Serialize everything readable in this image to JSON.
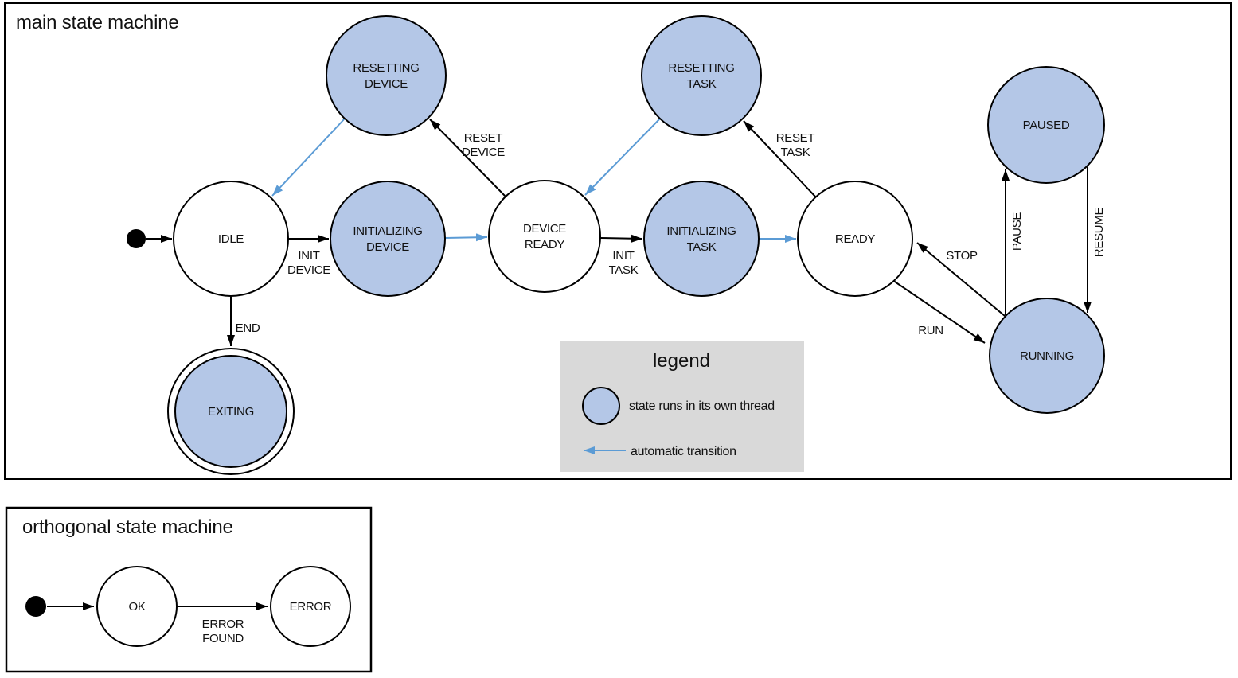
{
  "colors": {
    "state_thread_fill": "#b4c7e7",
    "auto_transition_blue": "#5b9bd5",
    "legend_bg": "#d9d9d9"
  },
  "main": {
    "title": "main state machine",
    "states": {
      "resetting_device": {
        "line1": "RESETTING",
        "line2": "DEVICE"
      },
      "resetting_task": {
        "line1": "RESETTING",
        "line2": "TASK"
      },
      "paused": {
        "label": "PAUSED"
      },
      "idle": {
        "label": "IDLE"
      },
      "initializing_device": {
        "line1": "INITIALIZING",
        "line2": "DEVICE"
      },
      "device_ready": {
        "line1": "DEVICE",
        "line2": "READY"
      },
      "initializing_task": {
        "line1": "INITIALIZING",
        "line2": "TASK"
      },
      "ready": {
        "label": "READY"
      },
      "running": {
        "label": "RUNNING"
      },
      "exiting": {
        "label": "EXITING"
      }
    },
    "transitions": {
      "init_device": {
        "line1": "INIT",
        "line2": "DEVICE"
      },
      "reset_device": {
        "line1": "RESET",
        "line2": "DEVICE"
      },
      "init_task": {
        "line1": "INIT",
        "line2": "TASK"
      },
      "reset_task": {
        "line1": "RESET",
        "line2": "TASK"
      },
      "end": "END",
      "run": "RUN",
      "stop": "STOP",
      "pause": "PAUSE",
      "resume": "RESUME"
    },
    "legend": {
      "title": "legend",
      "thread_item": "state runs in its own thread",
      "auto_item": "automatic transition"
    }
  },
  "ortho": {
    "title": "orthogonal state machine",
    "states": {
      "ok": "OK",
      "error": "ERROR"
    },
    "transitions": {
      "error_found": {
        "line1": "ERROR",
        "line2": "FOUND"
      }
    }
  }
}
